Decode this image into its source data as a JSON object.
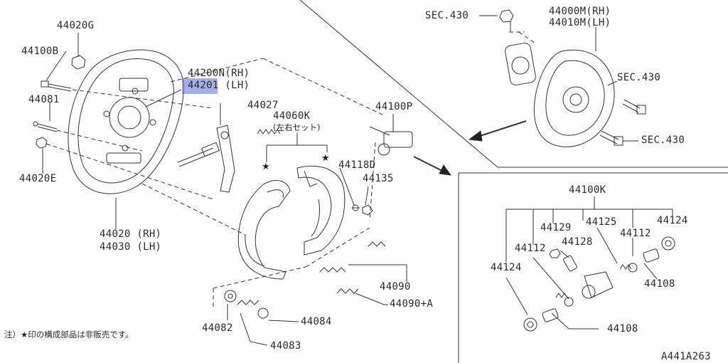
{
  "diagram": {
    "code": "A441A263",
    "note": "注）★印の構成部品は非販売です。",
    "highlight_color": "#5c6fd6",
    "labels": {
      "p44020G": "44020G",
      "p44100B": "44100B",
      "p44081": "44081",
      "p44020E": "44020E",
      "p44200N": "44200N(RH)",
      "p44201": "44201 (LH)",
      "p44027": "44027",
      "p44060K": "44060K",
      "p44060K_sub": "(左右セット)",
      "p44020": "44020 (RH)",
      "p44030": "44030 (LH)",
      "p44100P": "44100P",
      "p44118D": "44118D",
      "p44135": "44135",
      "p44090": "44090",
      "p44090A": "44090+A",
      "p44082": "44082",
      "p44084": "44084",
      "p44083": "44083",
      "sec430_top": "SEC.430",
      "p44000M": "44000M(RH)",
      "p44010M": "44010M(LH)",
      "sec430_mid": "SEC.430",
      "sec430_low": "SEC.430",
      "p44100K": "44100K",
      "p44129": "44129",
      "p44125": "44125",
      "p44124_r": "44124",
      "p44112_l": "44112",
      "p44128": "44128",
      "p44112_r": "44112",
      "p44124_l": "44124",
      "p44108_r": "44108",
      "p44108_b": "44108"
    }
  }
}
